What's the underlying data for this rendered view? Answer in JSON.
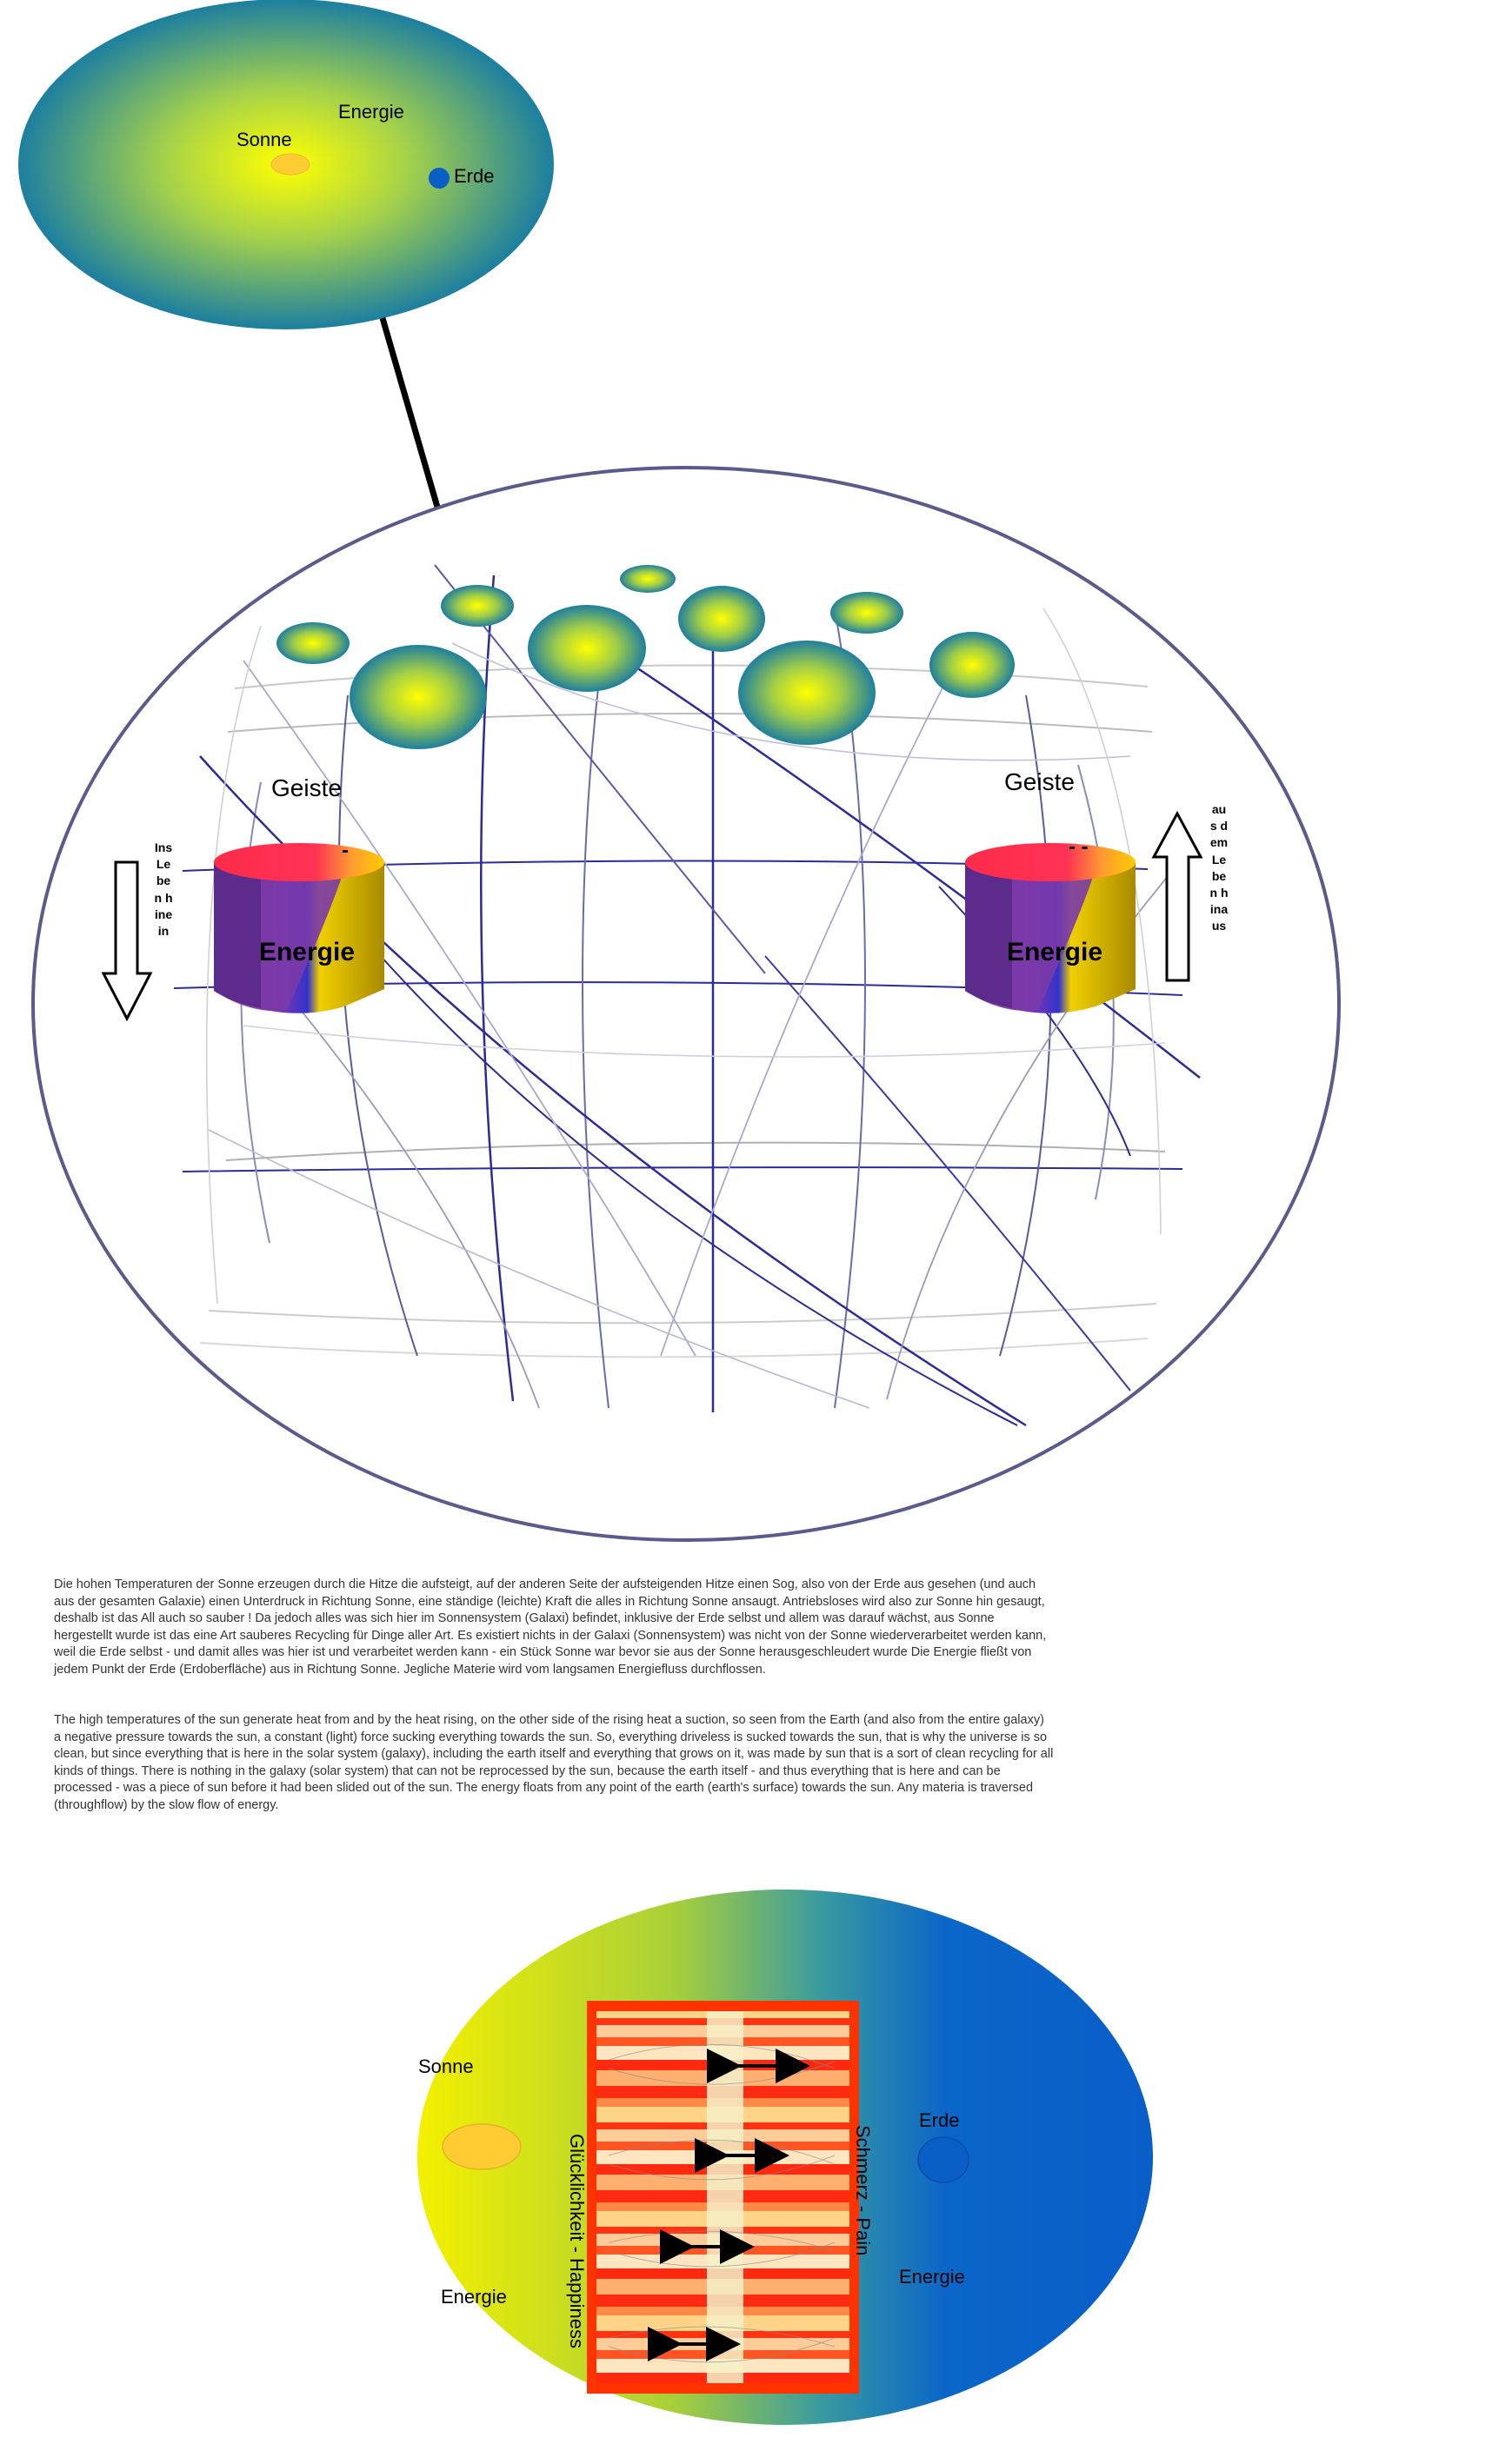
{
  "top_diagram": {
    "sun_label": "Sonne",
    "energy_label": "Energie",
    "earth_label": "Erde"
  },
  "middle_diagram": {
    "spirits_left": "Geiste",
    "spirits_right": "Geiste",
    "energy_left": "Energie",
    "energy_right": "Energie",
    "dash_left": "-",
    "dash_right": "- -",
    "into_life": "Ins Leben hinein",
    "out_of_life": "aus dem Leben hinaus"
  },
  "description": {
    "german": "Die hohen Temperaturen der Sonne erzeugen durch die Hitze die aufsteigt, auf der anderen Seite der aufsteigenden Hitze einen Sog, also von der Erde aus gesehen (und auch aus der gesamten Galaxie) einen Unterdruck in Richtung Sonne, eine ständige (leichte) Kraft die alles in Richtung Sonne ansaugt. Antriebsloses wird also zur Sonne hin gesaugt, deshalb ist das All auch so sauber ! Da jedoch alles was sich hier im Sonnensystem (Galaxi) befindet, inklusive der Erde selbst und allem was darauf wächst, aus Sonne hergestellt wurde ist das eine Art sauberes Recycling für Dinge aller Art. Es existiert nichts in der Galaxi (Sonnensystem) was nicht von der Sonne wiederverarbeitet werden kann, weil die Erde selbst - und damit alles was hier ist und verarbeitet werden kann - ein Stück Sonne war bevor sie aus der Sonne herausgeschleudert wurde Die Energie fließt von jedem Punkt der Erde (Erdoberfläche) aus in Richtung Sonne. Jegliche Materie wird vom langsamen Energiefluss durchflossen.",
    "english": "The high temperatures of the sun generate heat from and by the heat rising, on the other side of the rising heat a suction, so seen from the Earth (and also from the entire galaxy) a negative pressure towards the sun, a constant (light) force sucking everything towards the sun. So, everything driveless is sucked towards the sun, that is why the universe is so clean, but since everything that is here in the solar system (galaxy), including the earth itself and everything that grows on it, was made by sun that is a sort of clean recycling for all kinds of things. There is nothing in the galaxy (solar system) that can not be reprocessed by the sun, because the earth itself - and thus everything that is here and can be processed - was a piece of sun before it had been slided out of the sun. The energy floats from any point of the earth (earth's surface) towards the sun. Any materia is traversed (throughflow) by the slow flow of energy."
  },
  "bottom_diagram": {
    "sun_label": "Sonne",
    "earth_label": "Erde",
    "energy_left": "Energie",
    "energy_right": "Energie",
    "happiness_label": "Glücklichkeit  -  Happiness",
    "pain_label": "Schmerz - Pain"
  },
  "colors": {
    "sun_core": "#ffff00",
    "field_mid": "#8cc63f",
    "field_edge": "#1a7fa8",
    "earth_blue": "#0a5fc6",
    "sun_orange": "#ffcc33",
    "ellipse_border": "#5a5a8c",
    "grid_dark": "#2b2b99",
    "frame_red": "#ff3300"
  }
}
